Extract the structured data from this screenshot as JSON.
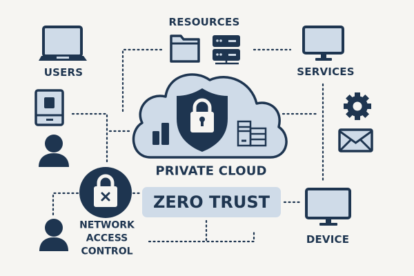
{
  "labels": {
    "resources": "RESOURCES",
    "users": "USERS",
    "services": "SERVICES",
    "private_cloud": "PRIVATE CLOUD",
    "zero_trust": "ZERO TRUST",
    "device": "DEVICE",
    "network_access_control": [
      "NETWORK",
      "ACCESS",
      "CONTROL"
    ]
  },
  "icons": [
    "laptop-icon",
    "folder-icon",
    "server-icon",
    "monitor-icon",
    "tablet-icon",
    "user-icon",
    "cloud-icon",
    "shield-lock-icon",
    "bar-chart-icon",
    "gear-icon",
    "envelope-icon",
    "lock-x-icon"
  ],
  "colors": {
    "navy": "#1e3550",
    "light_blue": "#cfdbe8",
    "background": "#f6f5f2"
  }
}
